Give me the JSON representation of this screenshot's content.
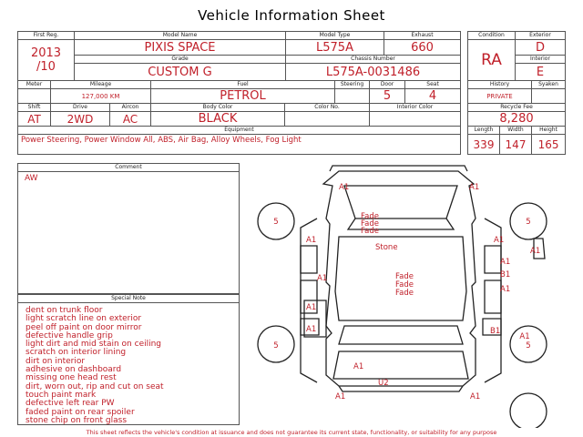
{
  "title": "Vehicle Information Sheet",
  "top": {
    "first_reg_label": "First Reg.",
    "first_reg_line1": "2013",
    "first_reg_line2": "/10",
    "model_name_label": "Model Name",
    "model_name": "PIXIS SPACE",
    "model_type_label": "Model Type",
    "model_type": "L575A",
    "exhaust_label": "Exhaust",
    "exhaust": "660",
    "grade_label": "Grade",
    "grade": "CUSTOM G",
    "chassis_label": "Chassis Number",
    "chassis": "L575A-0031486",
    "condition_label": "Condition",
    "condition": "RA",
    "exterior_label": "Exterior",
    "exterior": "D",
    "interior_label": "Interior",
    "interior": "E"
  },
  "mid": {
    "meter_label": "Meter",
    "mileage_label": "Mileage",
    "mileage": "127,000 KM",
    "fuel_label": "Fuel",
    "fuel": "PETROL",
    "steering_label": "Steering",
    "steering": "",
    "door_label": "Door",
    "door": "5",
    "seat_label": "Seat",
    "seat": "4",
    "history_label": "History",
    "history": "PRIVATE",
    "syaken_label": "Syaken",
    "syaken": "",
    "shift_label": "Shift",
    "shift": "AT",
    "drive_label": "Drive",
    "drive": "2WD",
    "aircon_label": "Aircon",
    "aircon": "AC",
    "body_color_label": "Body Color",
    "body_color": "BLACK",
    "color_no_label": "Color No.",
    "color_no": "",
    "interior_color_label": "Interior Color",
    "interior_color": "",
    "recycle_fee_label": "Recycle Fee",
    "recycle_fee": "8,280",
    "equipment_label": "Equipment",
    "equipment": "Power Steering, Power Window  All, ABS, Air Bag, Alloy Wheels, Fog Light",
    "length_label": "Length",
    "length": "339",
    "width_label": "Width",
    "width": "147",
    "height_label": "Height",
    "height": "165"
  },
  "comment": {
    "label": "Comment",
    "text": "AW"
  },
  "special_note": {
    "label": "Special Note",
    "lines": [
      "dent on trunk floor",
      "light scratch line on exterior",
      "peel off paint on door mirror",
      "defective handle grip",
      "light dirt and mid stain on ceiling",
      "scratch on interior lining",
      "dirt on interior",
      "adhesive on dashboard",
      "missing one head rest",
      "dirt, worn out, rip and cut on seat",
      "touch paint mark",
      "defective left rear PW",
      "faded paint on rear spoiler",
      "stone chip on front glass"
    ]
  },
  "diagram_marks": {
    "top_left": "A1",
    "top_right": "A1",
    "roof_fade_1": "Fade",
    "roof_fade_2": "Fade",
    "roof_fade_3": "Fade",
    "wheel_front_left": "5",
    "wheel_front_right": "5",
    "left_upper": "A1",
    "stone": "Stone",
    "right_upper": "A1",
    "right_outer": "A1",
    "left_pillar": "A1",
    "center_fade_1": "Fade",
    "center_fade_2": "Fade",
    "center_fade_3": "Fade",
    "right_a1": "A1",
    "right_b1": "B1",
    "right_a1b": "A1",
    "left_mid": "A1",
    "left_lower": "A1",
    "right_b1b": "B1",
    "wheel_rear_left": "5",
    "wheel_rear_right_1": "A1",
    "wheel_rear_right_2": "5",
    "bottom_a1": "A1",
    "bottom_u2": "U2",
    "bottom_left": "A1",
    "bottom_right": "A1"
  },
  "footer": "This sheet reflects the vehicle's condition at issuance and does not guarantee its current state, functionality, or suitability for any purpose"
}
